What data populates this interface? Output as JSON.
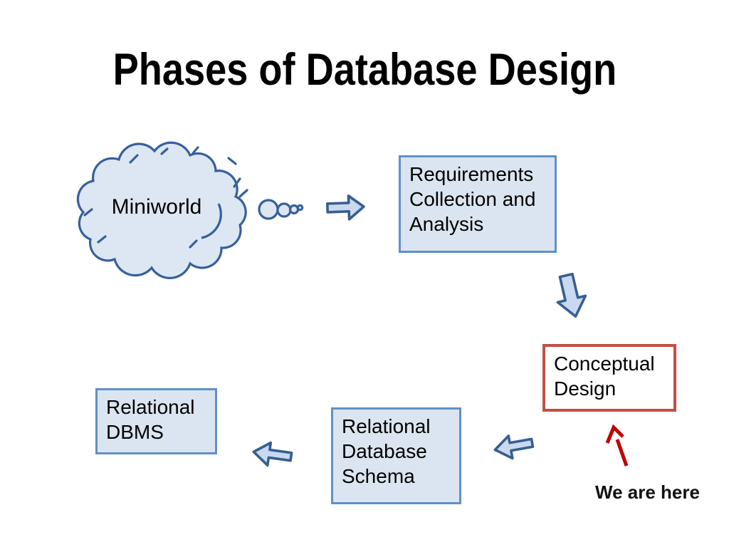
{
  "title": "Phases of Database Design",
  "cloud": {
    "label": "Miniworld"
  },
  "nodes": {
    "requirements": {
      "label": "Requirements\nCollection and\nAnalysis"
    },
    "conceptual": {
      "label": "Conceptual\nDesign"
    },
    "schema": {
      "label": "Relational\nDatabase\nSchema"
    },
    "dbms": {
      "label": "Relational\nDBMS"
    }
  },
  "annotation": {
    "label": "We are here"
  },
  "colors": {
    "box_fill": "#dbe5f1",
    "box_border": "#6090c8",
    "highlight_border": "#c14f44",
    "arrow_fill": "#c9d9ef",
    "arrow_border": "#365f91",
    "cloud_fill": "#dde7f4",
    "cloud_border": "#37609c",
    "pointer_red": "#c00000",
    "text": "#000000"
  }
}
